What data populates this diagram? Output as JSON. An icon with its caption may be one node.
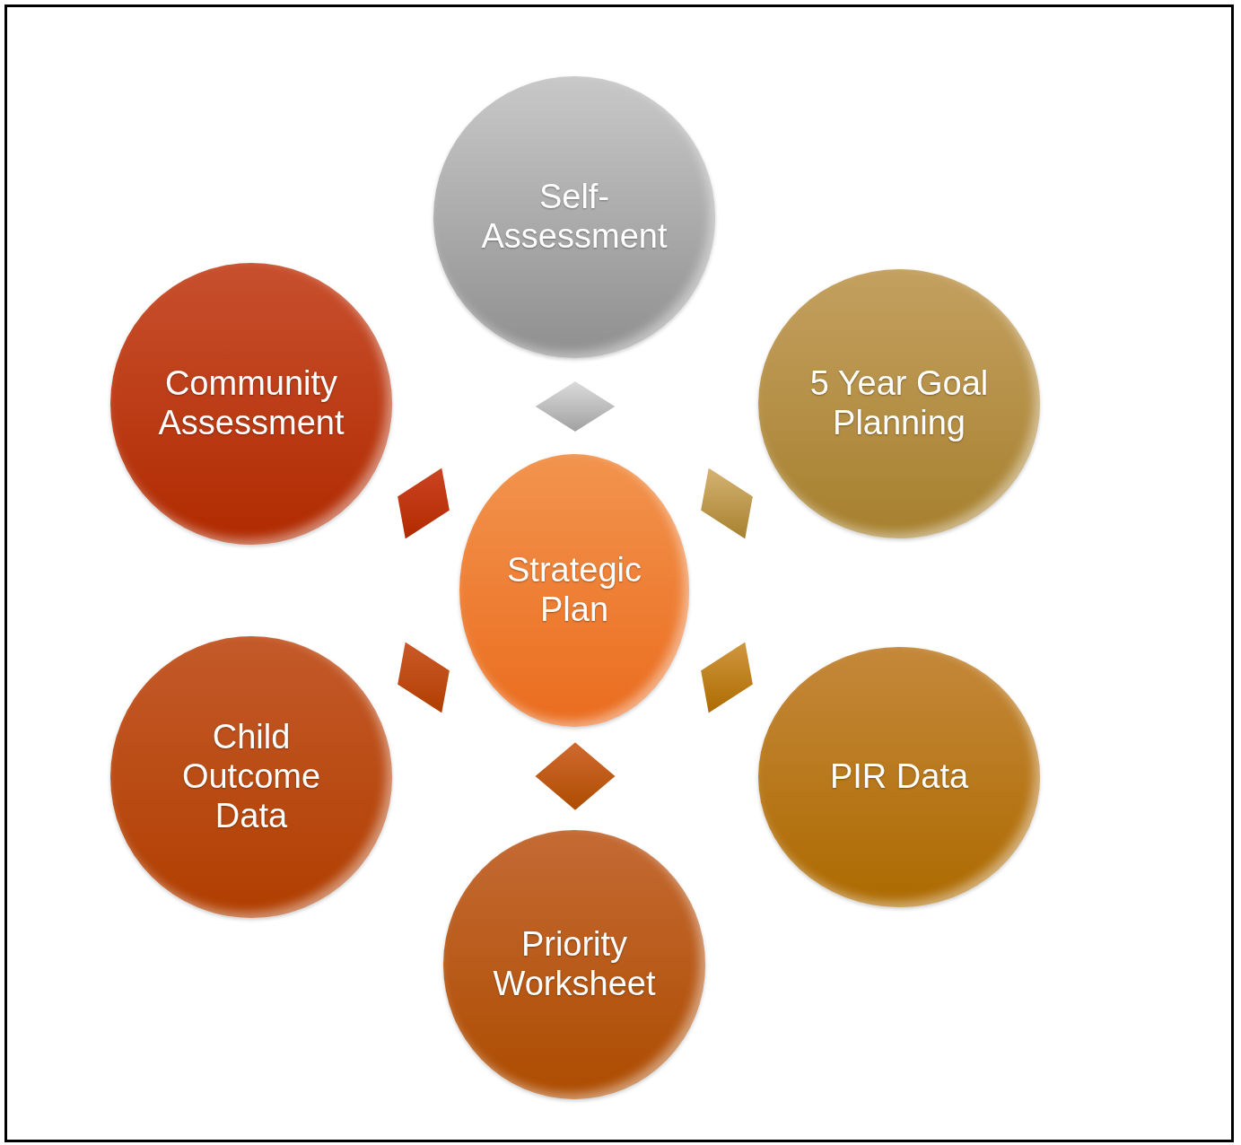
{
  "diagram": {
    "nodes": [
      {
        "text": [
          "Self-Assessment"
        ]
      },
      {
        "text": [
          "Community Assessment"
        ]
      },
      {
        "text": [
          "5 Year Goal Planning"
        ]
      },
      {
        "text": [
          "Strategic Plan"
        ]
      },
      {
        "text": [
          "Child Outcome Data"
        ]
      },
      {
        "text": [
          "PIR Data"
        ]
      },
      {
        "text": [
          "Priority Worksheet"
        ]
      },
      {
        "text": [],
        "shape": "diamond"
      },
      {
        "text": [],
        "shape": "diamond"
      },
      {
        "text": [],
        "shape": "diamond"
      },
      {
        "text": [],
        "shape": "diamond"
      },
      {
        "text": [],
        "shape": "diamond"
      },
      {
        "text": [],
        "shape": "diamond"
      }
    ]
  }
}
